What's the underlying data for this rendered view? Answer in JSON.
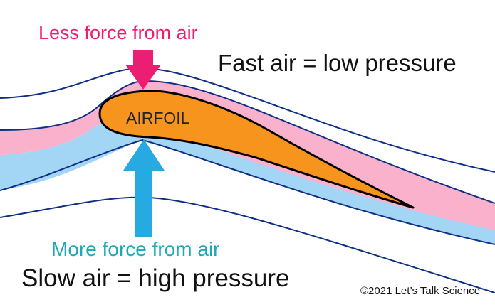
{
  "labels": {
    "top_force": "Less force from air",
    "fast_air": "Fast air = low pressure",
    "airfoil": "AIRFOIL",
    "bottom_force": "More force from air",
    "slow_air": "Slow air = high pressure",
    "copyright": "©2021 Let’s Talk Science"
  },
  "colors": {
    "top_force": "#ec1e73",
    "bottom_force": "#26aae1",
    "bottom_force_label": "#1fa7b5",
    "airfoil_fill": "#f7941d",
    "fast_air_band": "#f9b1cc",
    "slow_air_band": "#a3d6f5",
    "streamline": "#0e2f86",
    "outline": "#000000"
  }
}
